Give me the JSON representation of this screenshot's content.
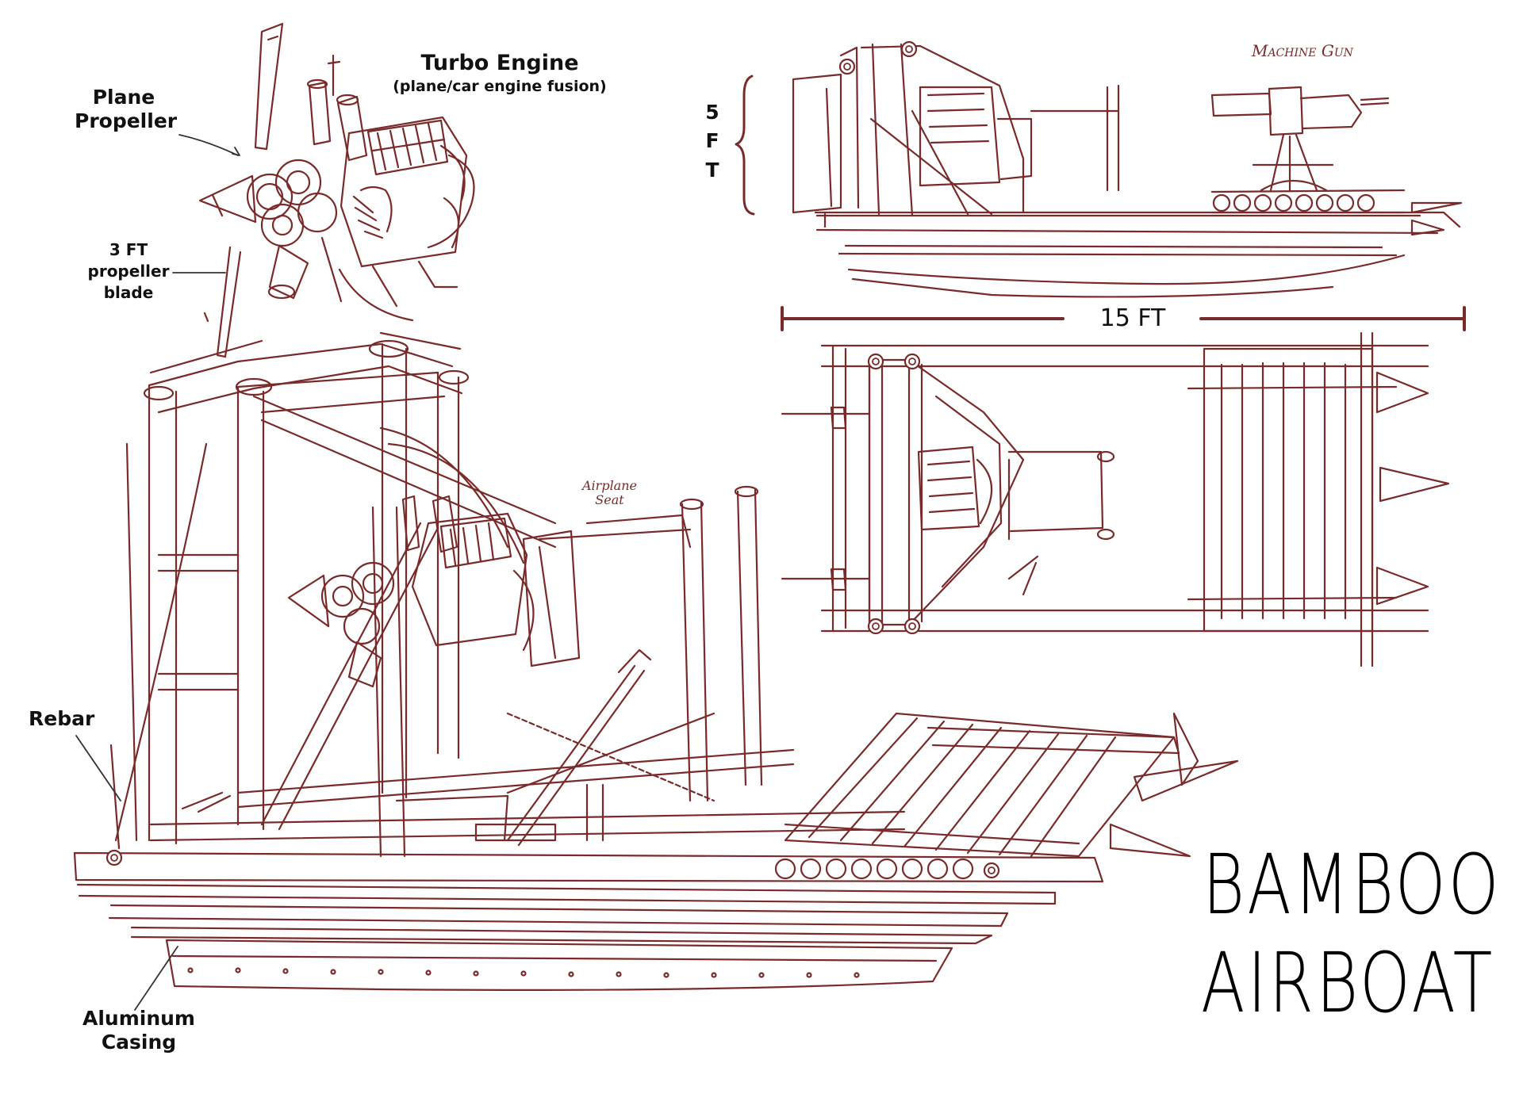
{
  "colors": {
    "ink": "#7a2a2a",
    "label": "#111111",
    "title": "#000000"
  },
  "labels": {
    "turbo_engine": "Turbo Engine",
    "turbo_engine_note": "(plane/car engine fusion)",
    "plane_propeller_1": "Plane",
    "plane_propeller_2": "Propeller",
    "blade_1": "3 FT",
    "blade_2": "propeller",
    "blade_3": "blade",
    "machine_gun": "Machine Gun",
    "height_5": "5",
    "height_f": "F",
    "height_t": "T",
    "length": "15 FT",
    "airplane_seat_1": "Airplane",
    "airplane_seat_2": "Seat",
    "rebar": "Rebar",
    "aluminum_1": "Aluminum",
    "aluminum_2": "Casing"
  },
  "title": {
    "line1": "BAMBOO",
    "line2": "AIRBOAT"
  }
}
